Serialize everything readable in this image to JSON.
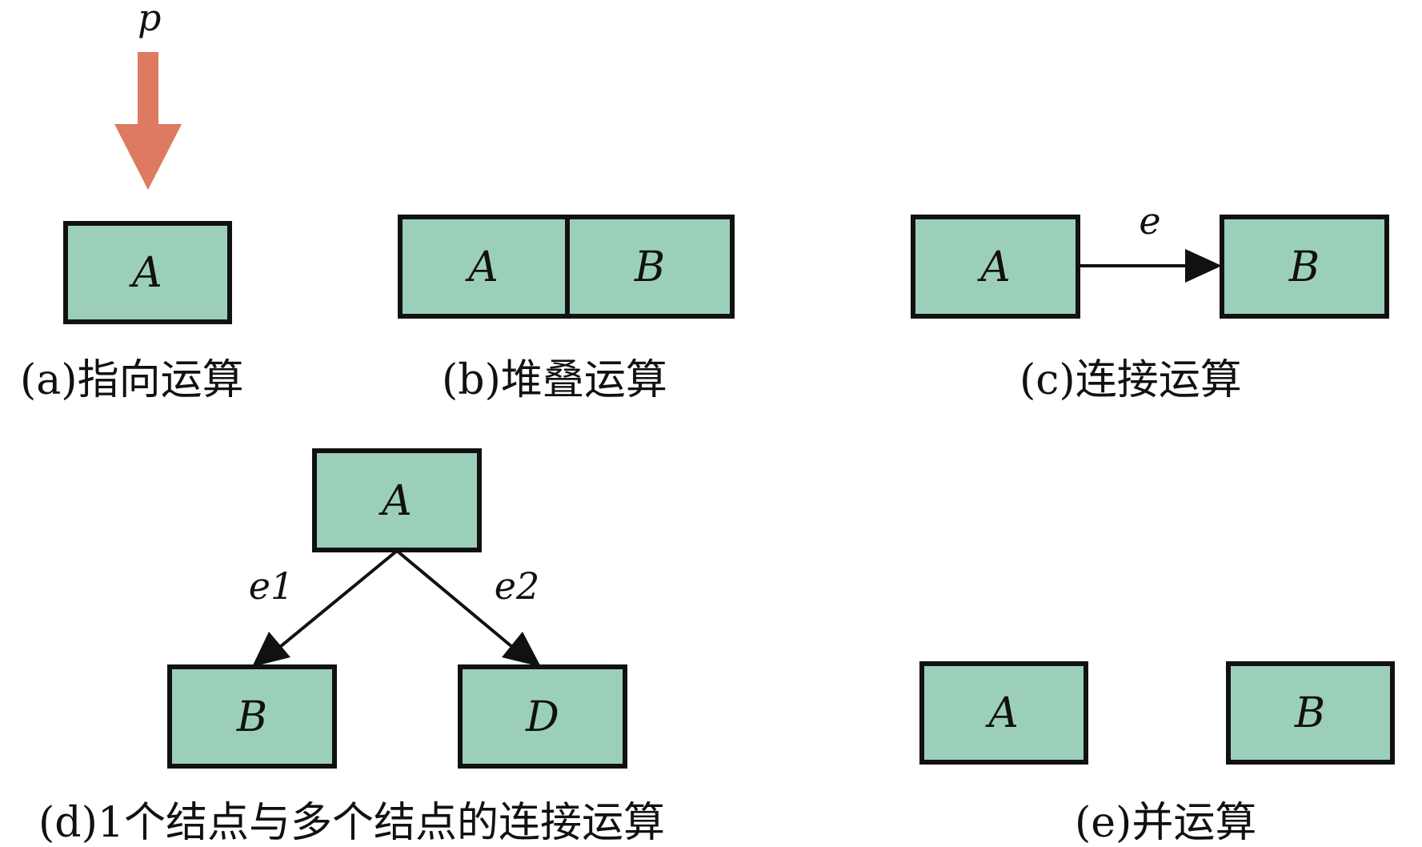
{
  "panels": {
    "a": {
      "caption": "(a)指向运算",
      "pointer_label": "p",
      "pointer_color": "#dd7a5f",
      "node_label": "A"
    },
    "b": {
      "caption": "(b)堆叠运算",
      "node_labels": [
        "A",
        "B"
      ]
    },
    "c": {
      "caption": "(c)连接运算",
      "edge_label": "e",
      "node_labels": [
        "A",
        "B"
      ]
    },
    "d": {
      "caption": "(d)1个结点与多个结点的连接运算",
      "root_label": "A",
      "edge_labels": [
        "e1",
        "e2"
      ],
      "child_labels": [
        "B",
        "D"
      ]
    },
    "e": {
      "caption": "(e)并运算",
      "node_labels": [
        "A",
        "B"
      ]
    }
  },
  "colors": {
    "node_fill": "#9ccfba",
    "node_stroke": "#111111",
    "pointer": "#dd7a5f"
  }
}
